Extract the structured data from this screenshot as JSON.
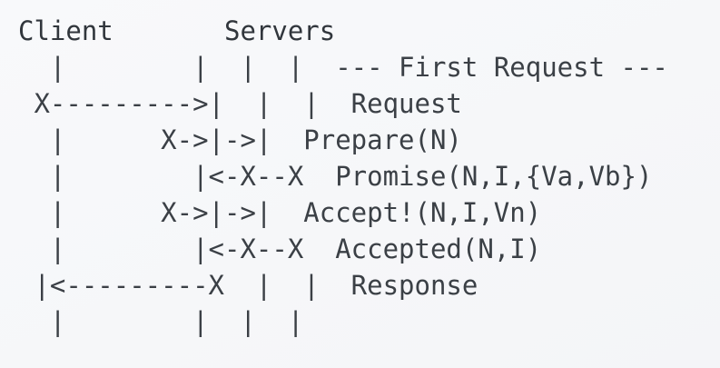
{
  "diagram": {
    "kind": "ascii-sequence-diagram",
    "title_visible": false,
    "background_color": "#f7f8fa",
    "text_color": "#3b4046",
    "font_style": "monospace",
    "columns": {
      "client_label": "Client",
      "servers_label": "Servers",
      "lifeline_count_client": 1,
      "lifeline_count_servers": 3
    },
    "header_line": "Client       Servers",
    "lines": [
      "Client       Servers",
      "   |           |  |  |  --- First Request ---",
      " X--------->|  |  |  Request",
      "   |        X->|->|  Prepare(N)",
      "   |          |<-X--X  Promise(N,I,{Va,Vb})",
      "   |        X->|->|  Accept!(N,I,Vn)",
      "   |          |<-X--X  Accepted(N,I)",
      " |<---------X  |  |  Response",
      "   |           |  |  |"
    ],
    "rows": [
      {
        "id": "row-header",
        "client_col": "Client",
        "server_cols": "Servers",
        "message": ""
      },
      {
        "id": "row-idle-top",
        "client_col": "|",
        "server_cols": "|  |  |",
        "message": "--- First Request ---"
      },
      {
        "id": "row-request",
        "client_col": "X--------->",
        "server_cols": "|  |  |",
        "message": "Request"
      },
      {
        "id": "row-prepare",
        "client_col": "|",
        "server_cols": "X->|->|",
        "message": "Prepare(N)"
      },
      {
        "id": "row-promise",
        "client_col": "|",
        "server_cols": "|<-X--X",
        "message": "Promise(N,I,{Va,Vb})"
      },
      {
        "id": "row-accept",
        "client_col": "|",
        "server_cols": "X->|->|",
        "message": "Accept!(N,I,Vn)"
      },
      {
        "id": "row-accepted",
        "client_col": "|",
        "server_cols": "|<-X--X",
        "message": "Accepted(N,I)"
      },
      {
        "id": "row-response",
        "client_col": "|<---------X",
        "server_cols": "|  |",
        "message": "Response"
      },
      {
        "id": "row-idle-bottom",
        "client_col": "|",
        "server_cols": "|  |  |",
        "message": ""
      }
    ],
    "messages": [
      "--- First Request ---",
      "Request",
      "Prepare(N)",
      "Promise(N,I,{Va,Vb})",
      "Accept!(N,I,Vn)",
      "Accepted(N,I)",
      "Response"
    ],
    "raw_rows": [
      "Client      Servers",
      "  |          |  |  |  --- First Request ---",
      " X--------->|  |  |  Request",
      "  |        X->|->|  Prepare(N)",
      "  |          |<-X--X  Promise(N,I,{Va,Vb})",
      "  |        X->|->|  Accept!(N,I,Vn)",
      "  |          |<-X--X  Accepted(N,I)",
      " |<---------X  |  |  Response",
      "  |          |  |  |"
    ]
  }
}
